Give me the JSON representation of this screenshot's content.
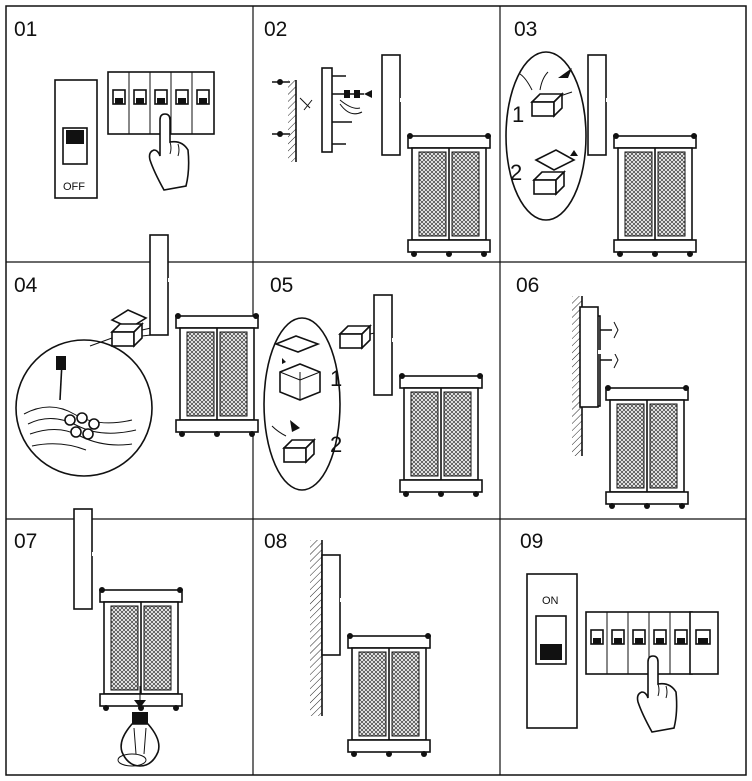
{
  "steps": [
    {
      "number": "01",
      "icon": "power-off-icon"
    },
    {
      "number": "02",
      "icon": "mounting-bracket-icon"
    },
    {
      "number": "03",
      "icon": "junction-box-icon"
    },
    {
      "number": "04",
      "icon": "wire-connection-icon"
    },
    {
      "number": "05",
      "icon": "close-junction-box-icon"
    },
    {
      "number": "06",
      "icon": "secure-fixture-icon"
    },
    {
      "number": "07",
      "icon": "install-bulb-icon"
    },
    {
      "number": "08",
      "icon": "installed-fixture-icon"
    },
    {
      "number": "09",
      "icon": "power-on-icon"
    }
  ],
  "labels": {
    "off": "OFF",
    "on": "ON",
    "step03_sub1": "1",
    "step03_sub2": "2",
    "step05_sub1": "1",
    "step05_sub2": "2"
  },
  "colors": {
    "line": "#111111",
    "background": "#ffffff",
    "mesh": "#6e6e6e"
  }
}
